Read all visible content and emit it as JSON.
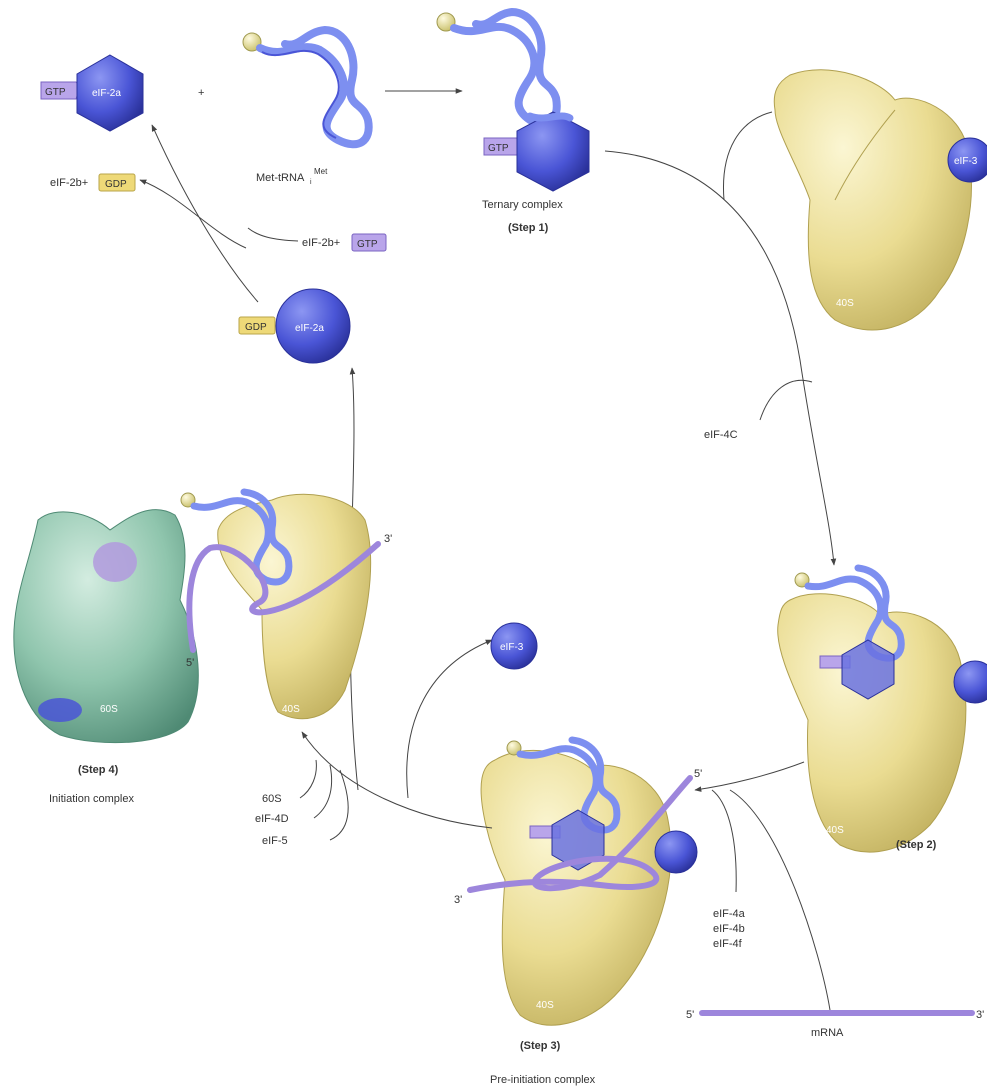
{
  "colors": {
    "ribosome_40s": "#ecdf98",
    "ribosome_60s": "#8fc5ad",
    "eif_blue": "#4a55d6",
    "trna_blue": "#7d8ff0",
    "mrna_purple": "#9d86dc",
    "gtp_tag": "#b9a5ea",
    "gdp_tag": "#eed978",
    "met_bead": "#e9e59a"
  },
  "labels": {
    "eif2a_top": "eIF-2a",
    "gtp_top": "GTP",
    "plus": "+",
    "met_trna": "Met-tRNA",
    "met_sub": "i",
    "met_sup": "Met",
    "eif2b_gdp_prefix": "eIF-2b+",
    "gdp_top": "GDP",
    "eif2b_gtp_prefix": "eIF-2b+",
    "gtp_mid": "GTP",
    "gtp_ternary": "GTP",
    "ternary_complex": "Ternary complex",
    "step1": "(Step 1)",
    "eif3_top": "eIF-3",
    "ribo_40s_top": "40S",
    "gdp_eif2a": "GDP",
    "eif2a_mid": "eIF-2a",
    "eif4c": "eIF-4C",
    "eif3_free": "eIF-3",
    "three_prime_s4": "3'",
    "five_prime_s4": "5'",
    "ribo_60s": "60S",
    "ribo_40s_s4": "40S",
    "step4": "(Step 4)",
    "initiation_complex": "Initiation complex",
    "factor_60s": "60S",
    "factor_eif4d": "eIF-4D",
    "factor_eif5": "eIF-5",
    "five_prime_s3": "5'",
    "three_prime_s3": "3'",
    "ribo_40s_s2": "40S",
    "step2": "(Step 2)",
    "factor_eif4a": "eIF-4a",
    "factor_eif4b": "eIF-4b",
    "factor_eif4f": "eIF-4f",
    "ribo_40s_s3": "40S",
    "step3": "(Step 3)",
    "preinitiation_complex": "Pre-initiation complex",
    "mrna_five": "5'",
    "mrna_three": "3'",
    "mrna": "mRNA"
  }
}
